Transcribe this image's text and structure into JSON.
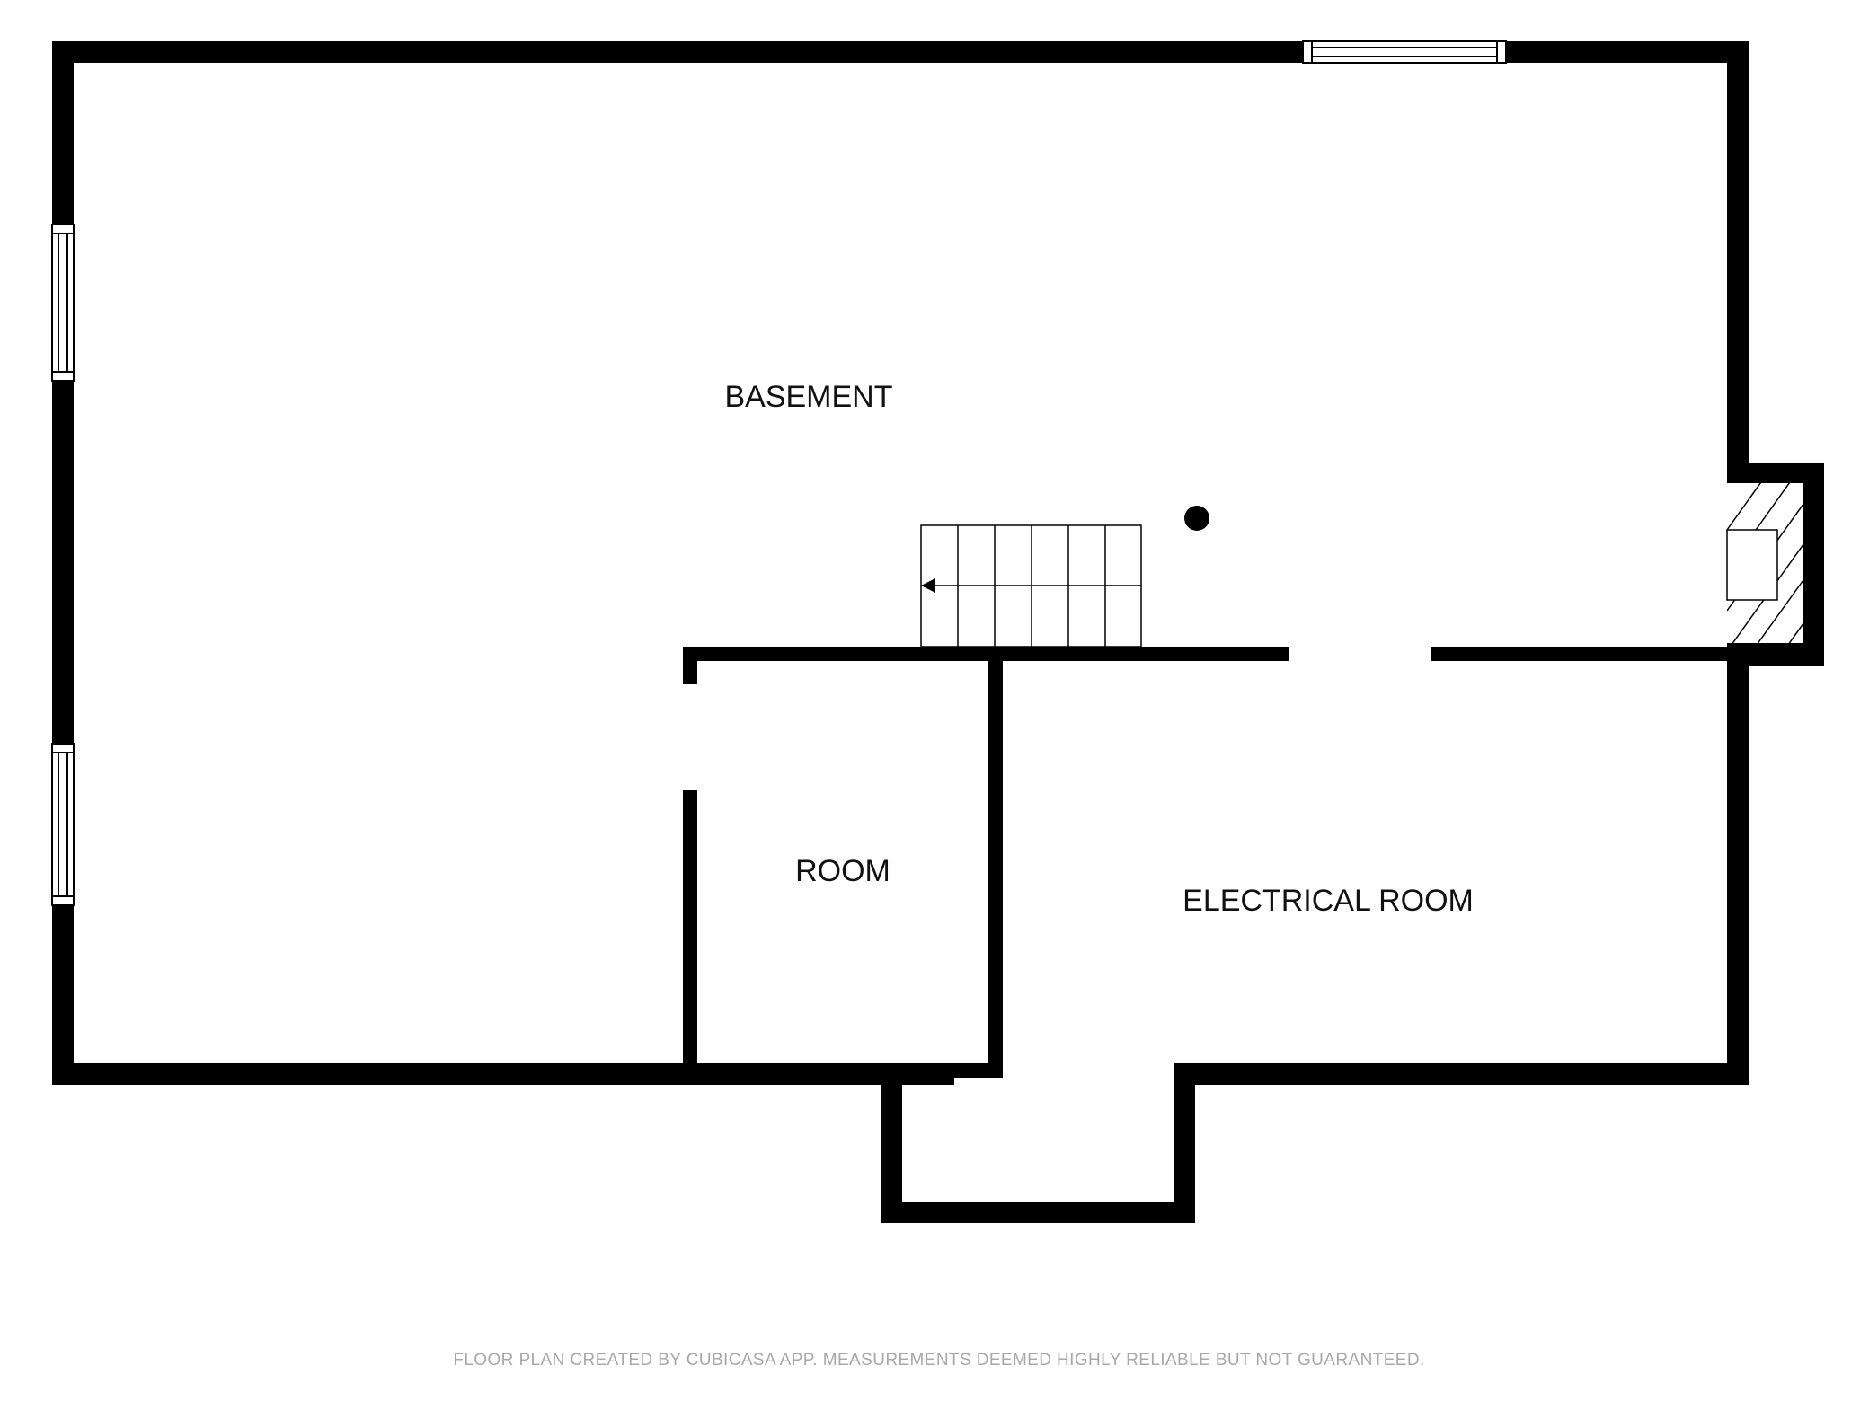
{
  "rooms": {
    "basement": "BASEMENT",
    "room": "ROOM",
    "electrical_room": "ELECTRICAL ROOM"
  },
  "footer": {
    "disclaimer": "FLOOR PLAN CREATED BY CUBICASA APP. MEASUREMENTS DEEMED HIGHLY RELIABLE BUT NOT GUARANTEED."
  },
  "colors": {
    "wall": "#000000",
    "background": "#ffffff",
    "footer_text": "#a8a8a8"
  },
  "symbols": {
    "stairs": "stairs-icon",
    "stair_direction": "arrow-left-icon",
    "column": "support-column-icon",
    "fireplace": "fireplace-icon",
    "window": "window-icon"
  }
}
